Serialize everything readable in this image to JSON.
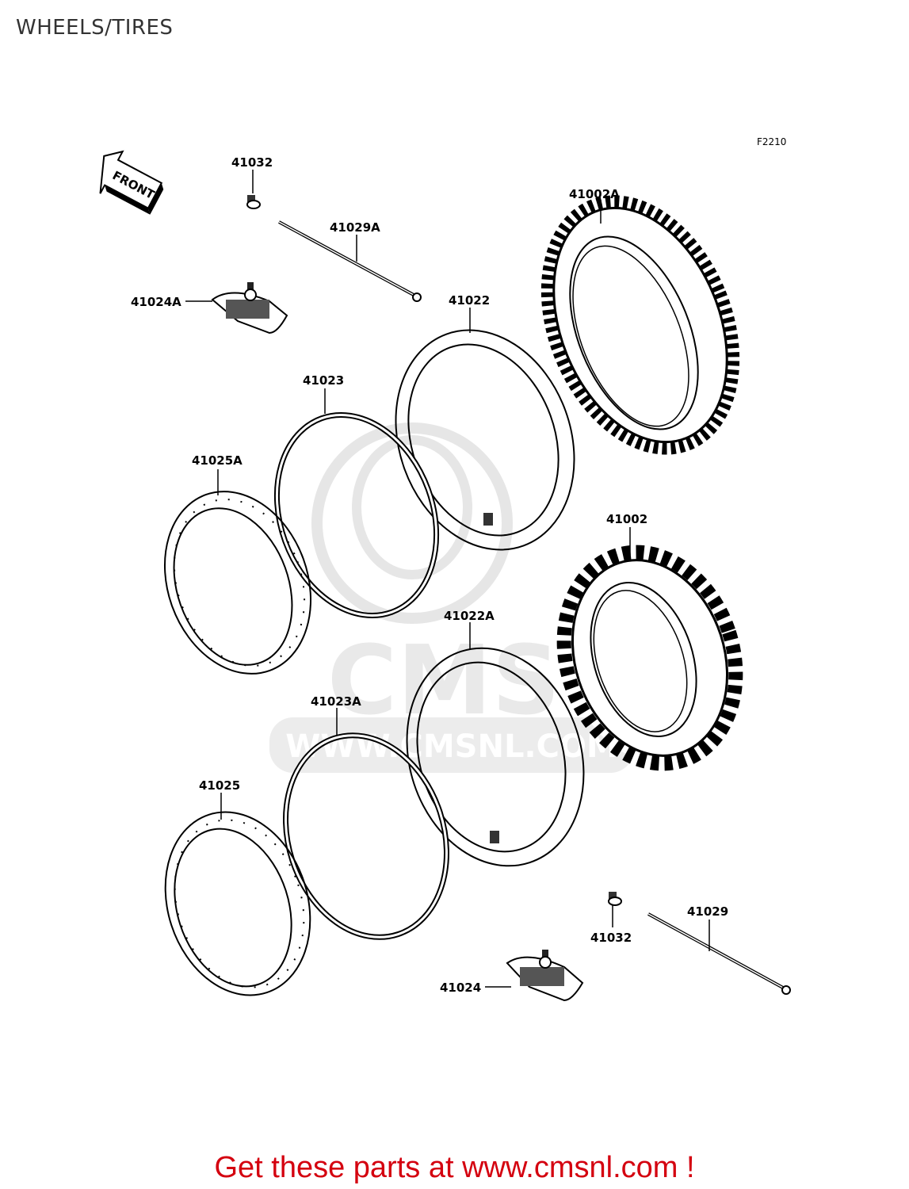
{
  "page": {
    "title": "WHEELS/TIRES",
    "figure_code": "F2210",
    "footer": "Get these parts at www.cmsnl.com !"
  },
  "watermark": {
    "brand": "CMS",
    "url": "WWW.CMSNL.COM"
  },
  "front_indicator": "FRONT",
  "parts": [
    {
      "id": "41032-top",
      "number": "41032"
    },
    {
      "id": "41029A",
      "number": "41029A"
    },
    {
      "id": "41024A",
      "number": "41024A"
    },
    {
      "id": "41002A",
      "number": "41002A"
    },
    {
      "id": "41022",
      "number": "41022"
    },
    {
      "id": "41023",
      "number": "41023"
    },
    {
      "id": "41025A",
      "number": "41025A"
    },
    {
      "id": "41002",
      "number": "41002"
    },
    {
      "id": "41022A",
      "number": "41022A"
    },
    {
      "id": "41023A",
      "number": "41023A"
    },
    {
      "id": "41025",
      "number": "41025"
    },
    {
      "id": "41029",
      "number": "41029"
    },
    {
      "id": "41032-bottom",
      "number": "41032"
    },
    {
      "id": "41024",
      "number": "41024"
    }
  ]
}
